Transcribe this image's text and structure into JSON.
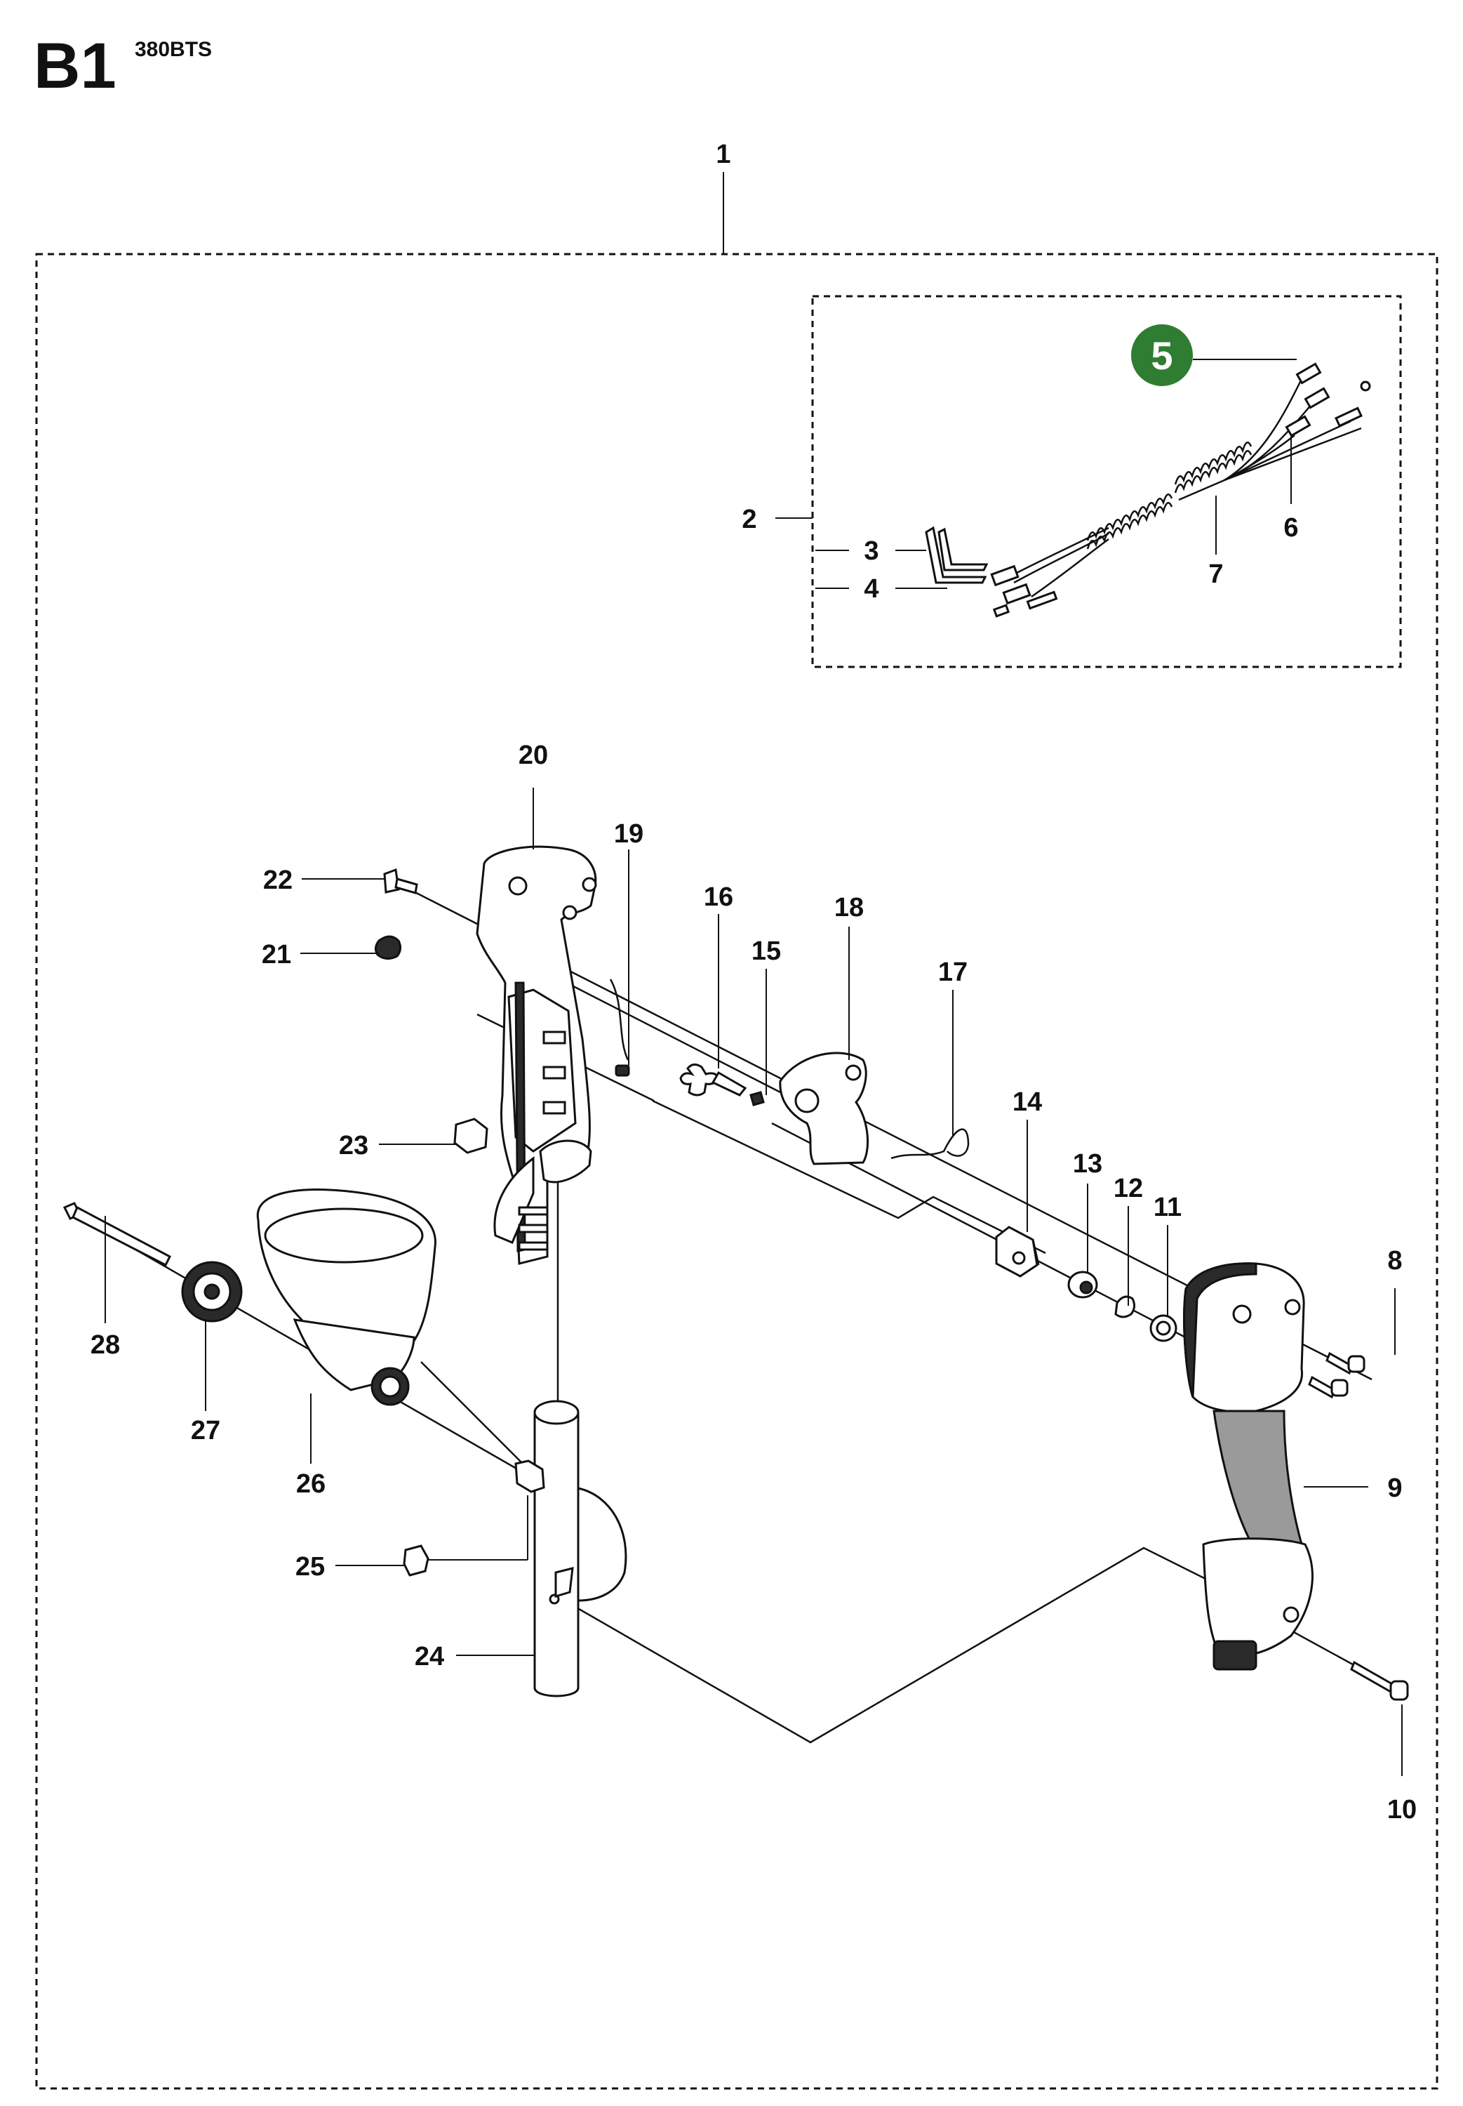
{
  "page": {
    "section_code": "B1",
    "model": "380BTS"
  },
  "highlight_color": "#2e7d32",
  "highlighted_part": "5",
  "callouts": [
    {
      "id": "1"
    },
    {
      "id": "2"
    },
    {
      "id": "3"
    },
    {
      "id": "4"
    },
    {
      "id": "5"
    },
    {
      "id": "6"
    },
    {
      "id": "7"
    },
    {
      "id": "8"
    },
    {
      "id": "9"
    },
    {
      "id": "10"
    },
    {
      "id": "11"
    },
    {
      "id": "12"
    },
    {
      "id": "13"
    },
    {
      "id": "14"
    },
    {
      "id": "15"
    },
    {
      "id": "16"
    },
    {
      "id": "17"
    },
    {
      "id": "18"
    },
    {
      "id": "19"
    },
    {
      "id": "20"
    },
    {
      "id": "21"
    },
    {
      "id": "22"
    },
    {
      "id": "23"
    },
    {
      "id": "24"
    },
    {
      "id": "25"
    },
    {
      "id": "26"
    },
    {
      "id": "27"
    },
    {
      "id": "28"
    }
  ]
}
